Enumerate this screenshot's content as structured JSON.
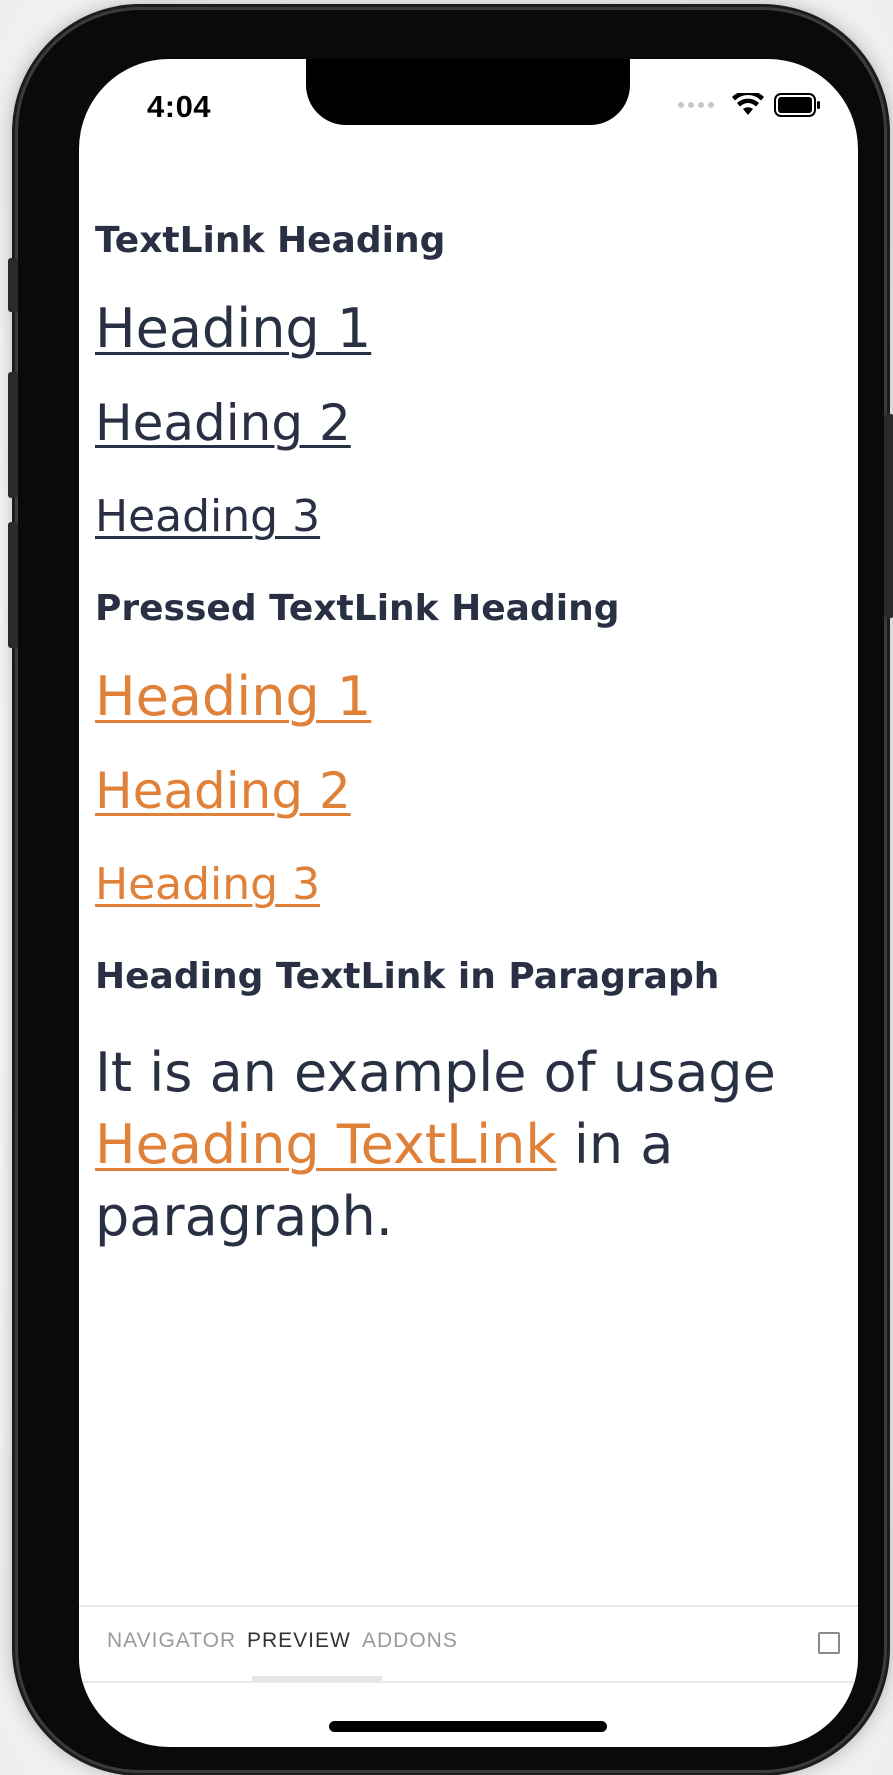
{
  "status_bar": {
    "time": "4:04",
    "wifi_icon": "wifi-icon",
    "battery_icon": "battery-icon"
  },
  "sections": {
    "textlink_heading": {
      "title": "TextLink Heading",
      "links": [
        "Heading 1",
        "Heading 2",
        "Heading 3"
      ]
    },
    "pressed_textlink_heading": {
      "title": "Pressed TextLink Heading",
      "links": [
        "Heading 1",
        "Heading 2",
        "Heading 3"
      ]
    },
    "paragraph": {
      "title": "Heading TextLink in Paragraph",
      "text_before": "It is an example of usage ",
      "link_text": "Heading TextLink",
      "text_after": " in a paragraph."
    }
  },
  "addons_bar": {
    "tabs": [
      "NAVIGATOR",
      "PREVIEW",
      "ADDONS"
    ],
    "active_tab": "PREVIEW"
  },
  "colors": {
    "text": "#2a3043",
    "pressed_link": "#e0813a"
  }
}
